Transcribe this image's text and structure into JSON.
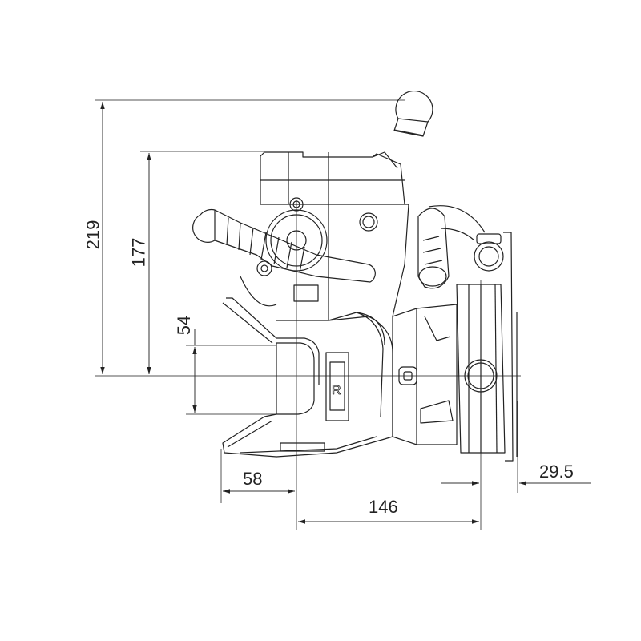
{
  "drawing": {
    "subject": "tow hitch coupling technical drawing",
    "line_color": "#222222",
    "background": "#ffffff"
  },
  "dimensions": {
    "overall_height": {
      "value": "219",
      "orientation": "vertical"
    },
    "body_height": {
      "value": "177",
      "orientation": "vertical"
    },
    "jaw_opening": {
      "value": "54",
      "orientation": "vertical"
    },
    "jaw_depth": {
      "value": "58",
      "orientation": "horizontal"
    },
    "pin_to_flange": {
      "value": "146",
      "orientation": "horizontal"
    },
    "flange_thickness": {
      "value": "29.5",
      "orientation": "horizontal"
    }
  },
  "markings": {
    "logo_letter": "R"
  }
}
